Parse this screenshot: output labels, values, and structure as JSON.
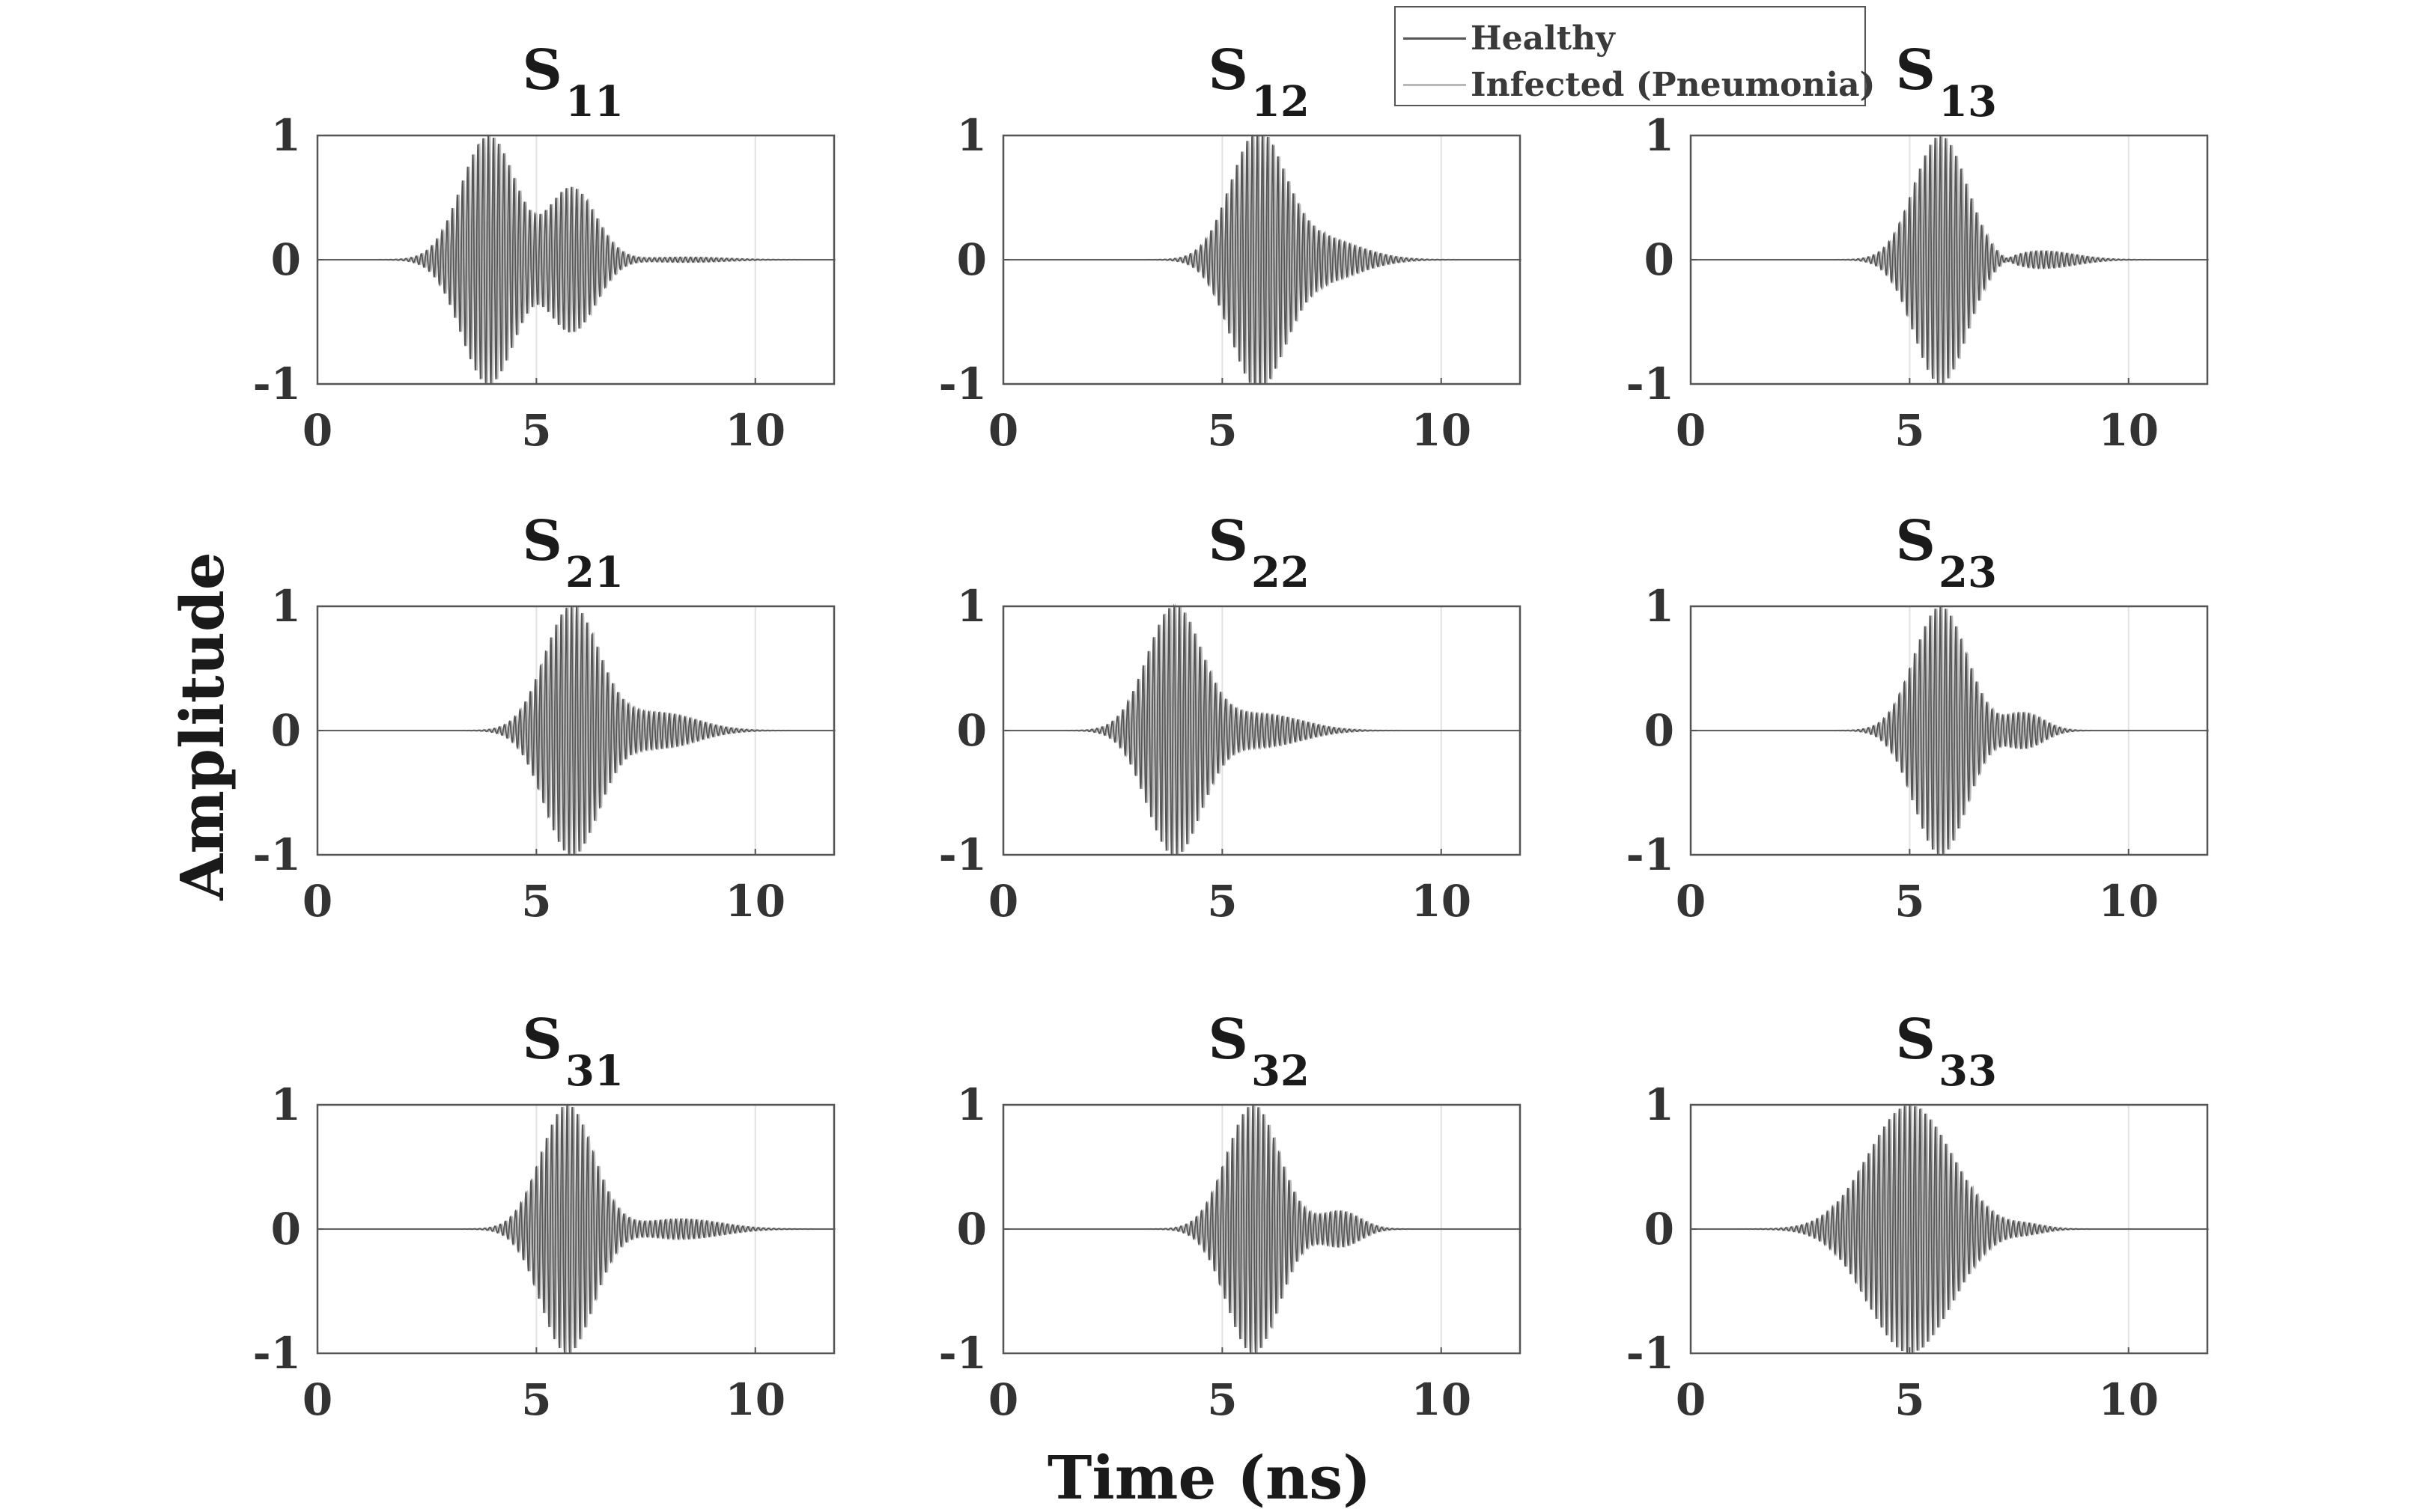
{
  "legend": {
    "healthy": "Healthy",
    "infected": "Infected (Pneumonia)"
  },
  "colors": {
    "healthy": "#555555",
    "infected": "#b8b8b8",
    "axes": "#555555",
    "text": "#333333",
    "grid": "#e2e2e2"
  },
  "chart_data": {
    "type": "line",
    "layout": "3x3 small multiples",
    "xlabel": "Time (ns)",
    "ylabel": "Amplitude",
    "xlim": [
      0,
      11.8
    ],
    "ylim": [
      -1,
      1
    ],
    "xticks": [
      0,
      5,
      10
    ],
    "yticks": [
      -1,
      0,
      1
    ],
    "grid": true,
    "legend_position": "top-center",
    "carrier_frequency_ghz": 8.5,
    "series_names": [
      "Healthy",
      "Infected (Pneumonia)"
    ],
    "panels": [
      {
        "id": "S11",
        "title_main": "S",
        "title_sub": "11",
        "envelope": [
          [
            3.9,
            0.62,
            1.0
          ],
          [
            5.8,
            0.55,
            0.58
          ],
          [
            8.4,
            0.9,
            0.02
          ]
        ]
      },
      {
        "id": "S12",
        "title_main": "S",
        "title_sub": "12",
        "envelope": [
          [
            5.8,
            0.62,
            1.0
          ],
          [
            7.2,
            0.9,
            0.17
          ]
        ]
      },
      {
        "id": "S13",
        "title_main": "S",
        "title_sub": "13",
        "envelope": [
          [
            5.7,
            0.6,
            1.0
          ],
          [
            8.0,
            0.75,
            0.07
          ]
        ]
      },
      {
        "id": "S21",
        "title_main": "S",
        "title_sub": "21",
        "envelope": [
          [
            5.8,
            0.62,
            1.0
          ],
          [
            7.8,
            0.85,
            0.14
          ]
        ]
      },
      {
        "id": "S22",
        "title_main": "S",
        "title_sub": "22",
        "envelope": [
          [
            3.9,
            0.62,
            1.0
          ],
          [
            5.9,
            0.9,
            0.13
          ]
        ]
      },
      {
        "id": "S23",
        "title_main": "S",
        "title_sub": "23",
        "envelope": [
          [
            5.7,
            0.6,
            1.0
          ],
          [
            7.6,
            0.45,
            0.14
          ]
        ]
      },
      {
        "id": "S31",
        "title_main": "S",
        "title_sub": "31",
        "envelope": [
          [
            5.7,
            0.6,
            1.0
          ],
          [
            8.3,
            0.9,
            0.08
          ]
        ]
      },
      {
        "id": "S32",
        "title_main": "S",
        "title_sub": "32",
        "envelope": [
          [
            5.7,
            0.6,
            1.0
          ],
          [
            7.7,
            0.45,
            0.14
          ]
        ]
      },
      {
        "id": "S33",
        "title_main": "S",
        "title_sub": "33",
        "envelope": [
          [
            5.0,
            0.95,
            1.0
          ],
          [
            7.5,
            0.5,
            0.05
          ]
        ]
      }
    ]
  }
}
